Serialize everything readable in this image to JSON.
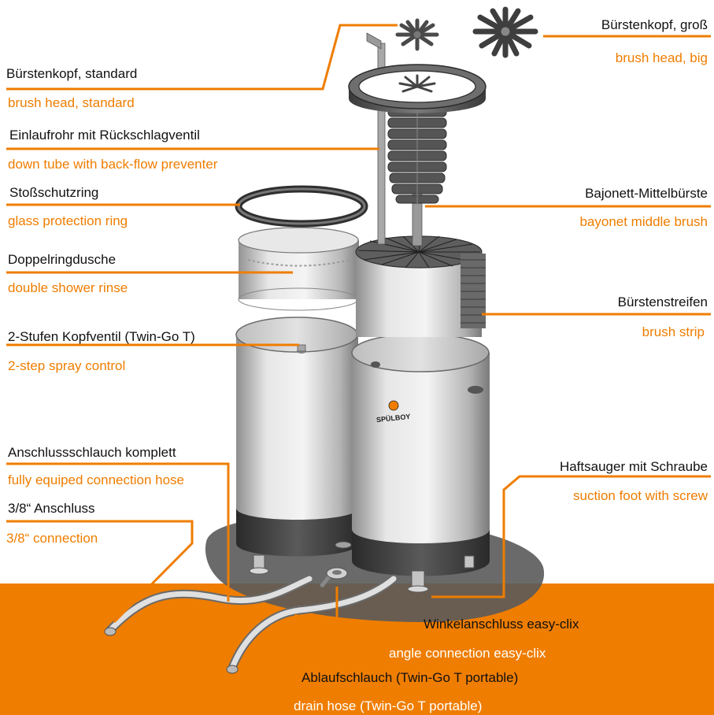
{
  "colors": {
    "accent": "#ef7d00",
    "text": "#111111",
    "metal": "#c8c8c8",
    "dark": "#3c3c3c"
  },
  "labels": {
    "brush_head_big": {
      "de": "Bürstenkopf, groß",
      "en": "brush head, big"
    },
    "brush_head_standard": {
      "de": "Bürstenkopf, standard",
      "en": "brush head, standard"
    },
    "down_tube": {
      "de": "Einlaufrohr mit Rückschlagventil",
      "en": "down tube with back-flow preventer"
    },
    "protection_ring": {
      "de": "Stoßschutzring",
      "en": "glass protection ring"
    },
    "middle_brush": {
      "de": "Bajonett-Mittelbürste",
      "en": "bayonet middle brush"
    },
    "shower_rinse": {
      "de": "Doppelringdusche",
      "en": "double shower rinse"
    },
    "brush_strip": {
      "de": "Bürstenstreifen",
      "en": "brush strip"
    },
    "spray_control": {
      "de": "2-Stufen Kopfventil (Twin-Go T)",
      "en": "2-step spray control"
    },
    "connection_hose": {
      "de": "Anschlussschlauch komplett",
      "en": "fully equiped connection hose"
    },
    "connection_3_8": {
      "de": "3/8“ Anschluss",
      "en": "3/8“ connection"
    },
    "suction_foot": {
      "de": "Haftsauger mit Schraube",
      "en": "suction foot with screw"
    },
    "angle_connection": {
      "de": "Winkelanschluss easy-clix",
      "en": "angle connection easy-clix"
    },
    "drain_hose": {
      "de": "Ablaufschlauch (Twin-Go T portable)",
      "en": "drain hose (Twin-Go T portable)"
    }
  },
  "logo_text": "SPÜLBOY"
}
